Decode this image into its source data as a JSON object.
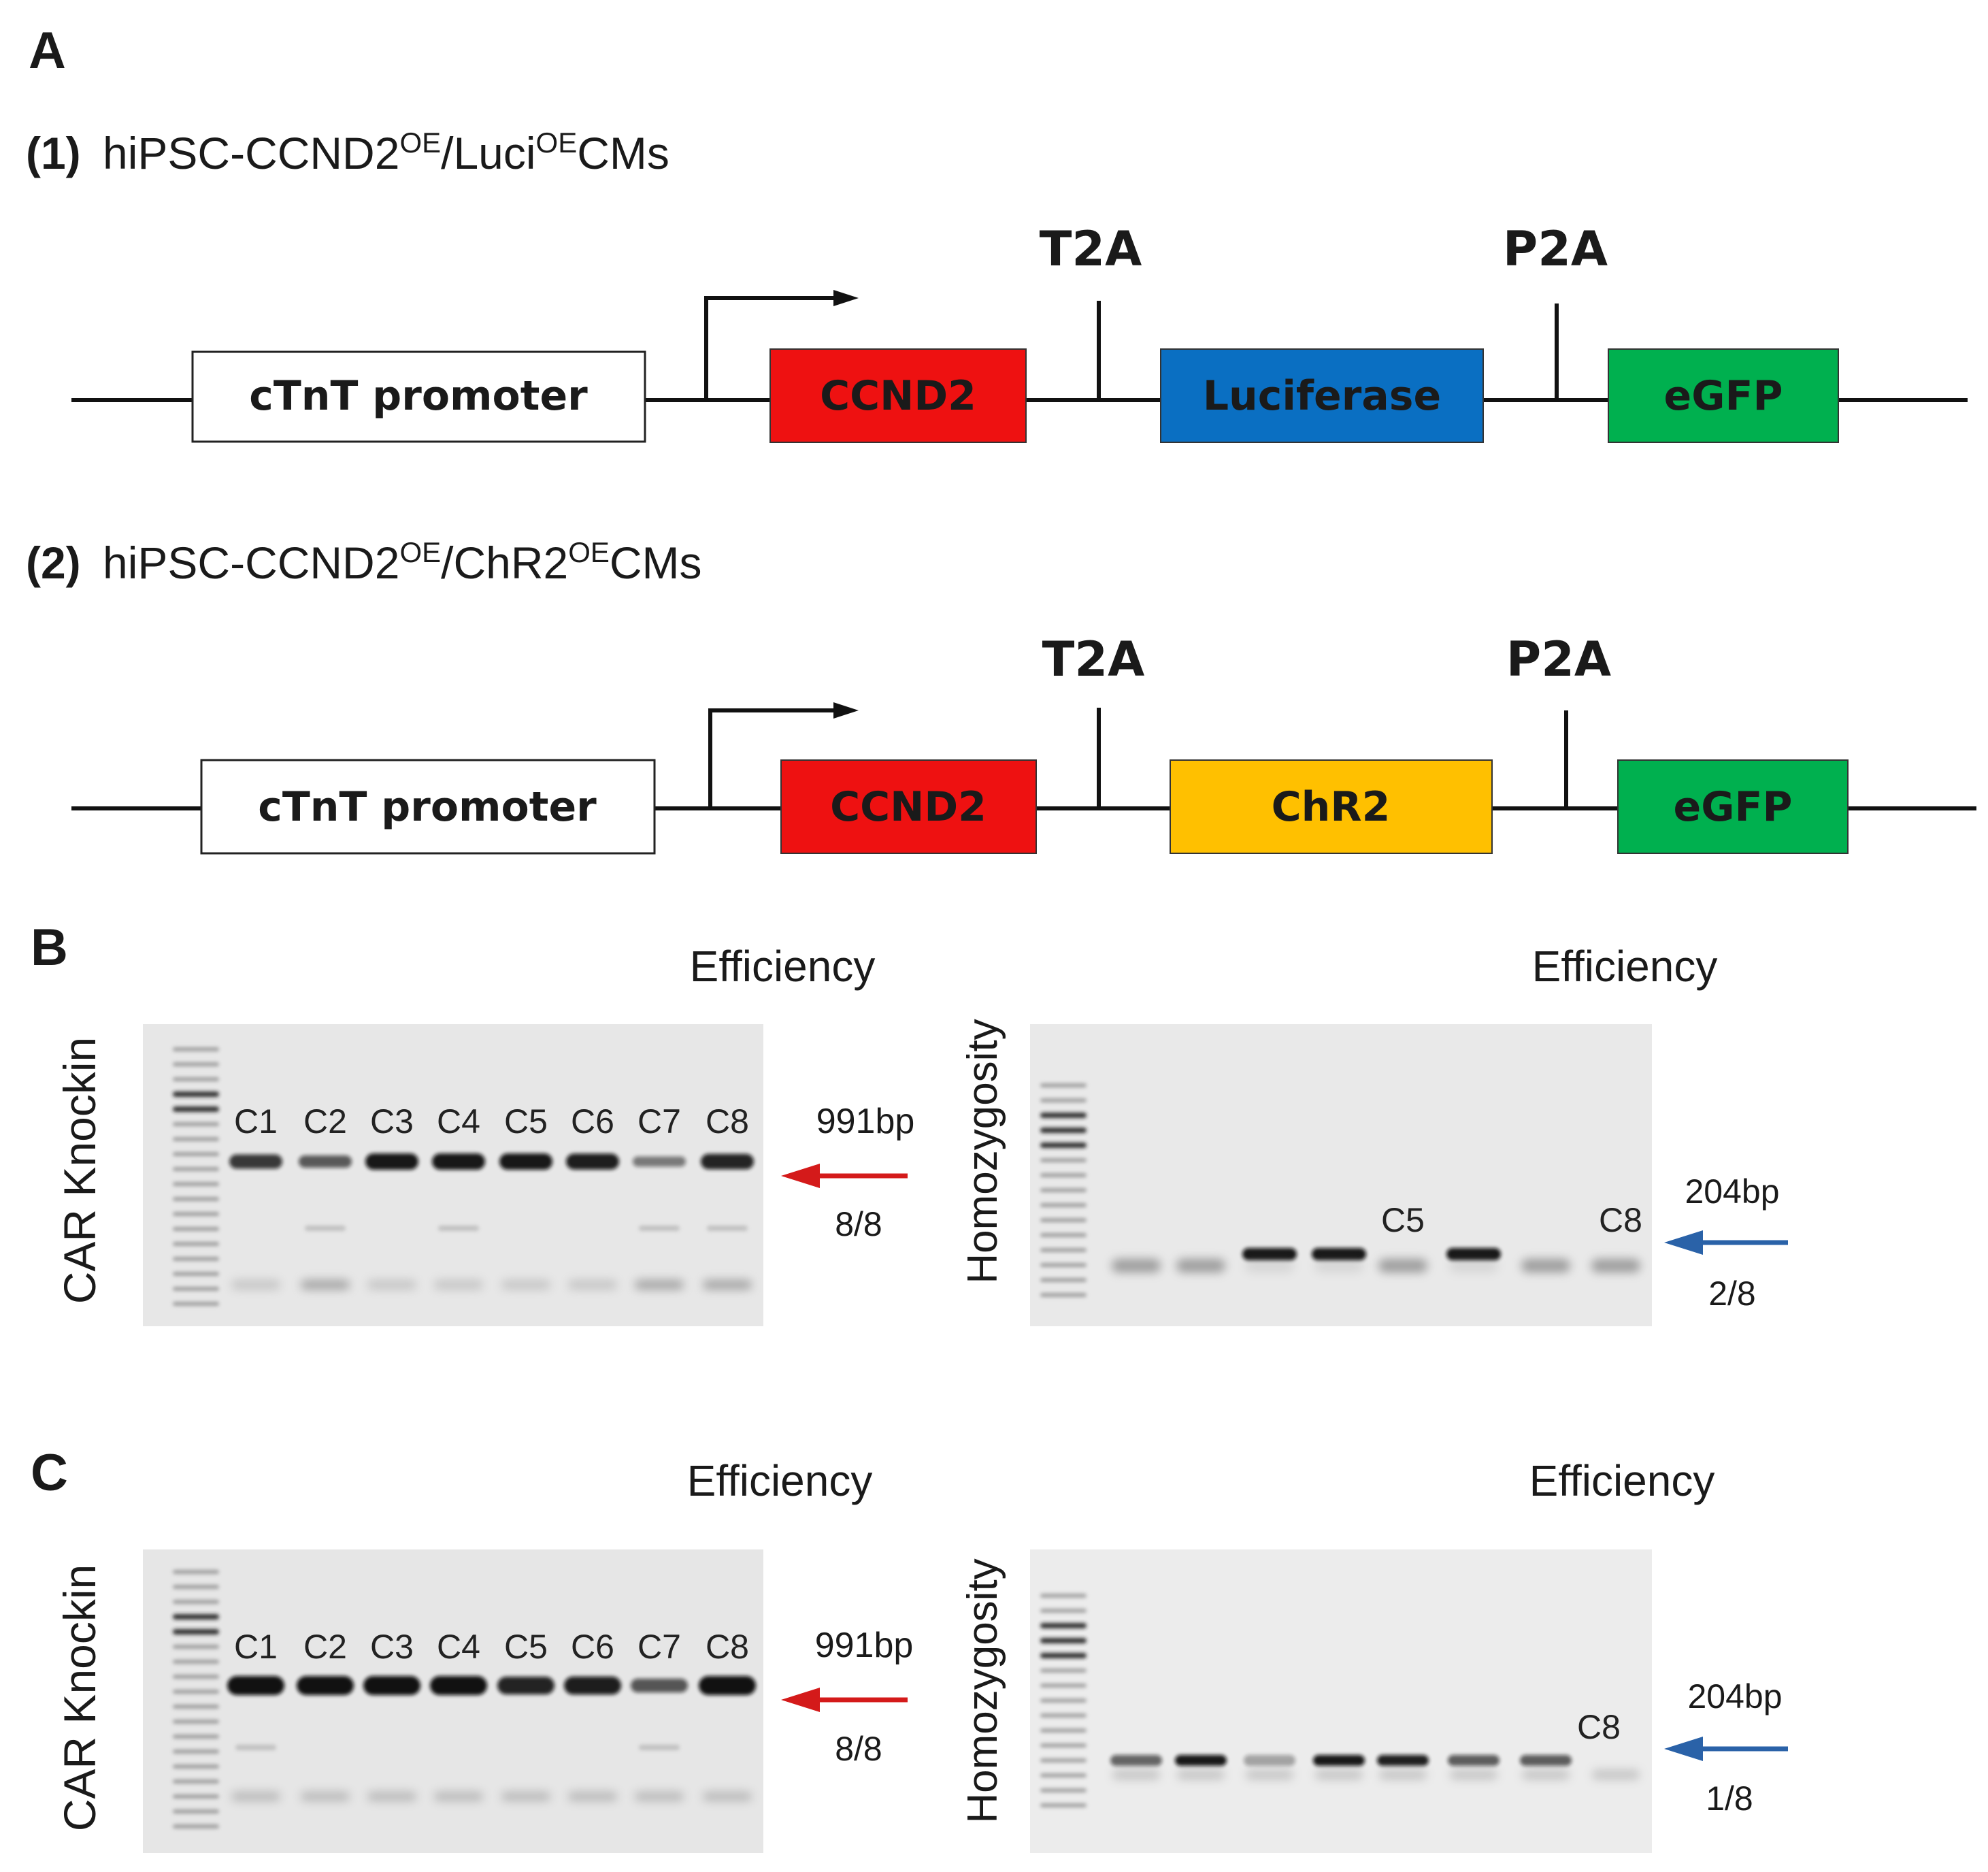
{
  "panels": {
    "a": "A",
    "b": "B",
    "c": "C"
  },
  "constructs": [
    {
      "num": "(1)",
      "name_parts": [
        "hiPSC-CCND2",
        "OE",
        "/Luci",
        "OE",
        "CMs"
      ],
      "promoter": "cTnT promoter",
      "genes": [
        "CCND2",
        "Luciferase",
        "eGFP"
      ],
      "sites": [
        "T2A",
        "P2A"
      ]
    },
    {
      "num": "(2)",
      "name_parts": [
        "hiPSC-CCND2",
        "OE",
        "/ChR2",
        "OE",
        "CMs"
      ],
      "promoter": "cTnT promoter",
      "genes": [
        "CCND2",
        "ChR2",
        "eGFP"
      ],
      "sites": [
        "T2A",
        "P2A"
      ]
    }
  ],
  "colors": {
    "ccnd2": "#ee1111",
    "luciferase": "#0a6fc2",
    "chr2": "#ffc000",
    "egfp": "#00b04f",
    "knockin_arrow": "#d41a1a",
    "homozygosity_arrow": "#2a62a8"
  },
  "gels": {
    "b": {
      "knockin": {
        "ylabel": "CAR Knockin",
        "title": "Efficiency",
        "lanes": [
          "C1",
          "C2",
          "C3",
          "C4",
          "C5",
          "C6",
          "C7",
          "C8"
        ],
        "size": "991bp",
        "ratio": "8/8"
      },
      "homozygosity": {
        "ylabel": "Homozygosity",
        "title": "Efficiency",
        "lanes": [
          "C5",
          "C8"
        ],
        "size": "204bp",
        "ratio": "2/8"
      }
    },
    "c": {
      "knockin": {
        "ylabel": "CAR Knockin",
        "title": "Efficiency",
        "lanes": [
          "C1",
          "C2",
          "C3",
          "C4",
          "C5",
          "C6",
          "C7",
          "C8"
        ],
        "size": "991bp",
        "ratio": "8/8"
      },
      "homozygosity": {
        "ylabel": "Homozygosity",
        "title": "Efficiency",
        "lanes": [
          "C8"
        ],
        "size": "204bp",
        "ratio": "1/8"
      }
    }
  }
}
